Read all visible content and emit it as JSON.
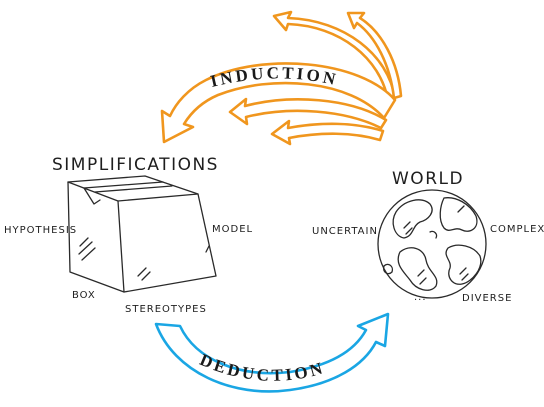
{
  "induction": {
    "label": "INDUCTION"
  },
  "deduction": {
    "label": "DEDUCTION"
  },
  "simplifications": {
    "title": "SIMPLIFICATIONS",
    "labels": {
      "hypothesis": "HYPOTHESIS",
      "model": "MODEL",
      "box": "BOX",
      "stereotypes": "STEREOTYPES"
    }
  },
  "world": {
    "title": "WORLD",
    "labels": {
      "uncertain": "UNCERTAIN",
      "complex": "COMPLEX",
      "diverse": "DIVERSE",
      "ellipsis": "..."
    }
  },
  "colors": {
    "induction": "#f0961e",
    "deduction": "#1aa6e4",
    "ink": "#1e1e1e"
  }
}
